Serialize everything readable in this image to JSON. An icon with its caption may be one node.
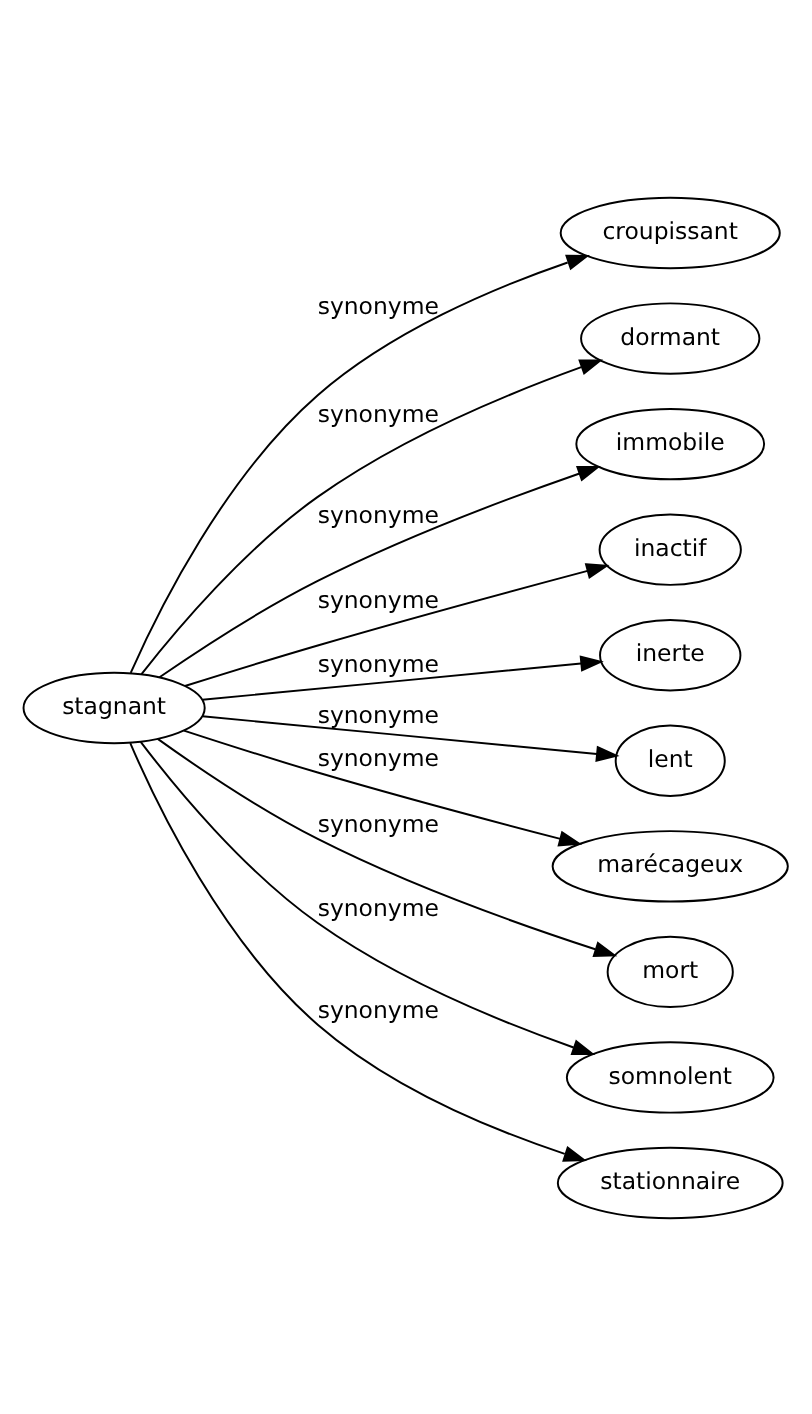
{
  "diagram": {
    "nodes": [
      {
        "text": [
          "stagnant"
        ]
      },
      {
        "text": [
          "croupissant"
        ]
      },
      {
        "text": [
          "dormant"
        ]
      },
      {
        "text": [
          "immobile"
        ]
      },
      {
        "text": [
          "inactif"
        ]
      },
      {
        "text": [
          "inerte"
        ]
      },
      {
        "text": [
          "lent"
        ]
      },
      {
        "text": [
          "marécageux"
        ]
      },
      {
        "text": [
          "mort"
        ]
      },
      {
        "text": [
          "somnolent"
        ]
      },
      {
        "text": [
          "stationnaire"
        ]
      }
    ],
    "edges": [
      {
        "from": 0,
        "to": 1,
        "arrow": "to",
        "label": "synonyme"
      },
      {
        "from": 0,
        "to": 2,
        "arrow": "to",
        "label": "synonyme"
      },
      {
        "from": 0,
        "to": 3,
        "arrow": "to",
        "label": "synonyme"
      },
      {
        "from": 0,
        "to": 4,
        "arrow": "to",
        "label": "synonyme"
      },
      {
        "from": 0,
        "to": 5,
        "arrow": "to",
        "label": "synonyme"
      },
      {
        "from": 0,
        "to": 6,
        "arrow": "to",
        "label": "synonyme"
      },
      {
        "from": 0,
        "to": 7,
        "arrow": "to",
        "label": "synonyme"
      },
      {
        "from": 0,
        "to": 8,
        "arrow": "to",
        "label": "synonyme"
      },
      {
        "from": 0,
        "to": 9,
        "arrow": "to",
        "label": "synonyme"
      },
      {
        "from": 0,
        "to": 10,
        "arrow": "to",
        "label": "synonyme"
      }
    ]
  }
}
